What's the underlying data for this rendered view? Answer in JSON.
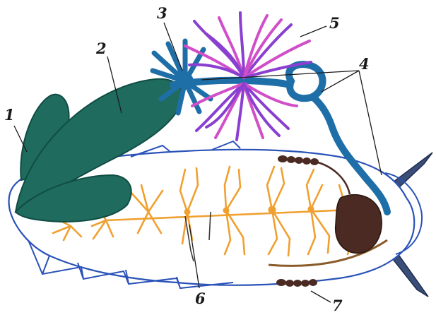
{
  "labels": {
    "l1": "1",
    "l2": "2",
    "l3": "3",
    "l4": "4",
    "l5": "5",
    "l6": "6",
    "l7": "7"
  },
  "colors": {
    "outline": "#2a52b8",
    "gland_green": "#1f6b5e",
    "gland_dark": "#0f4c44",
    "duct_blue": "#1e6ea8",
    "accessory_purple": "#8a3fd0",
    "accessory_pink": "#d04fc8",
    "nerve_orange": "#f0a030",
    "ovary_brown": "#4a2a22"
  }
}
